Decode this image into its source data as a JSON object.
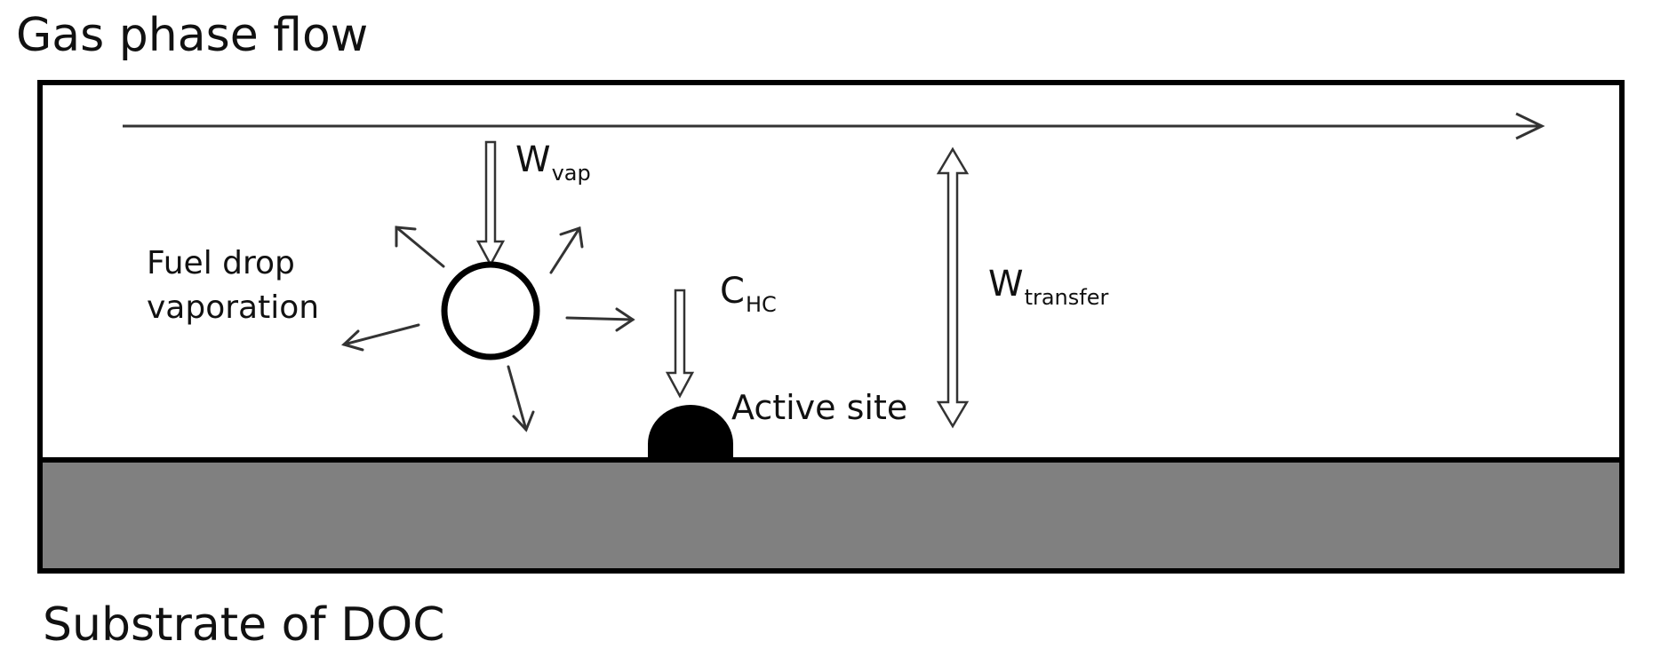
{
  "labels": {
    "gas_phase_flow": "Gas phase flow",
    "substrate": "Substrate of DOC",
    "w_vap": {
      "base": "W",
      "sub": "vap"
    },
    "c_hc": {
      "base": "C",
      "sub": "HC"
    },
    "w_transfer": {
      "base": "W",
      "sub": "transfer"
    },
    "fuel_line1": "Fuel drop",
    "fuel_line2": "vaporation",
    "active_site": "Active site"
  },
  "colors": {
    "substrate_fill": "#808080",
    "outline": "#000000",
    "arrow": "#333333",
    "background": "#ffffff"
  }
}
